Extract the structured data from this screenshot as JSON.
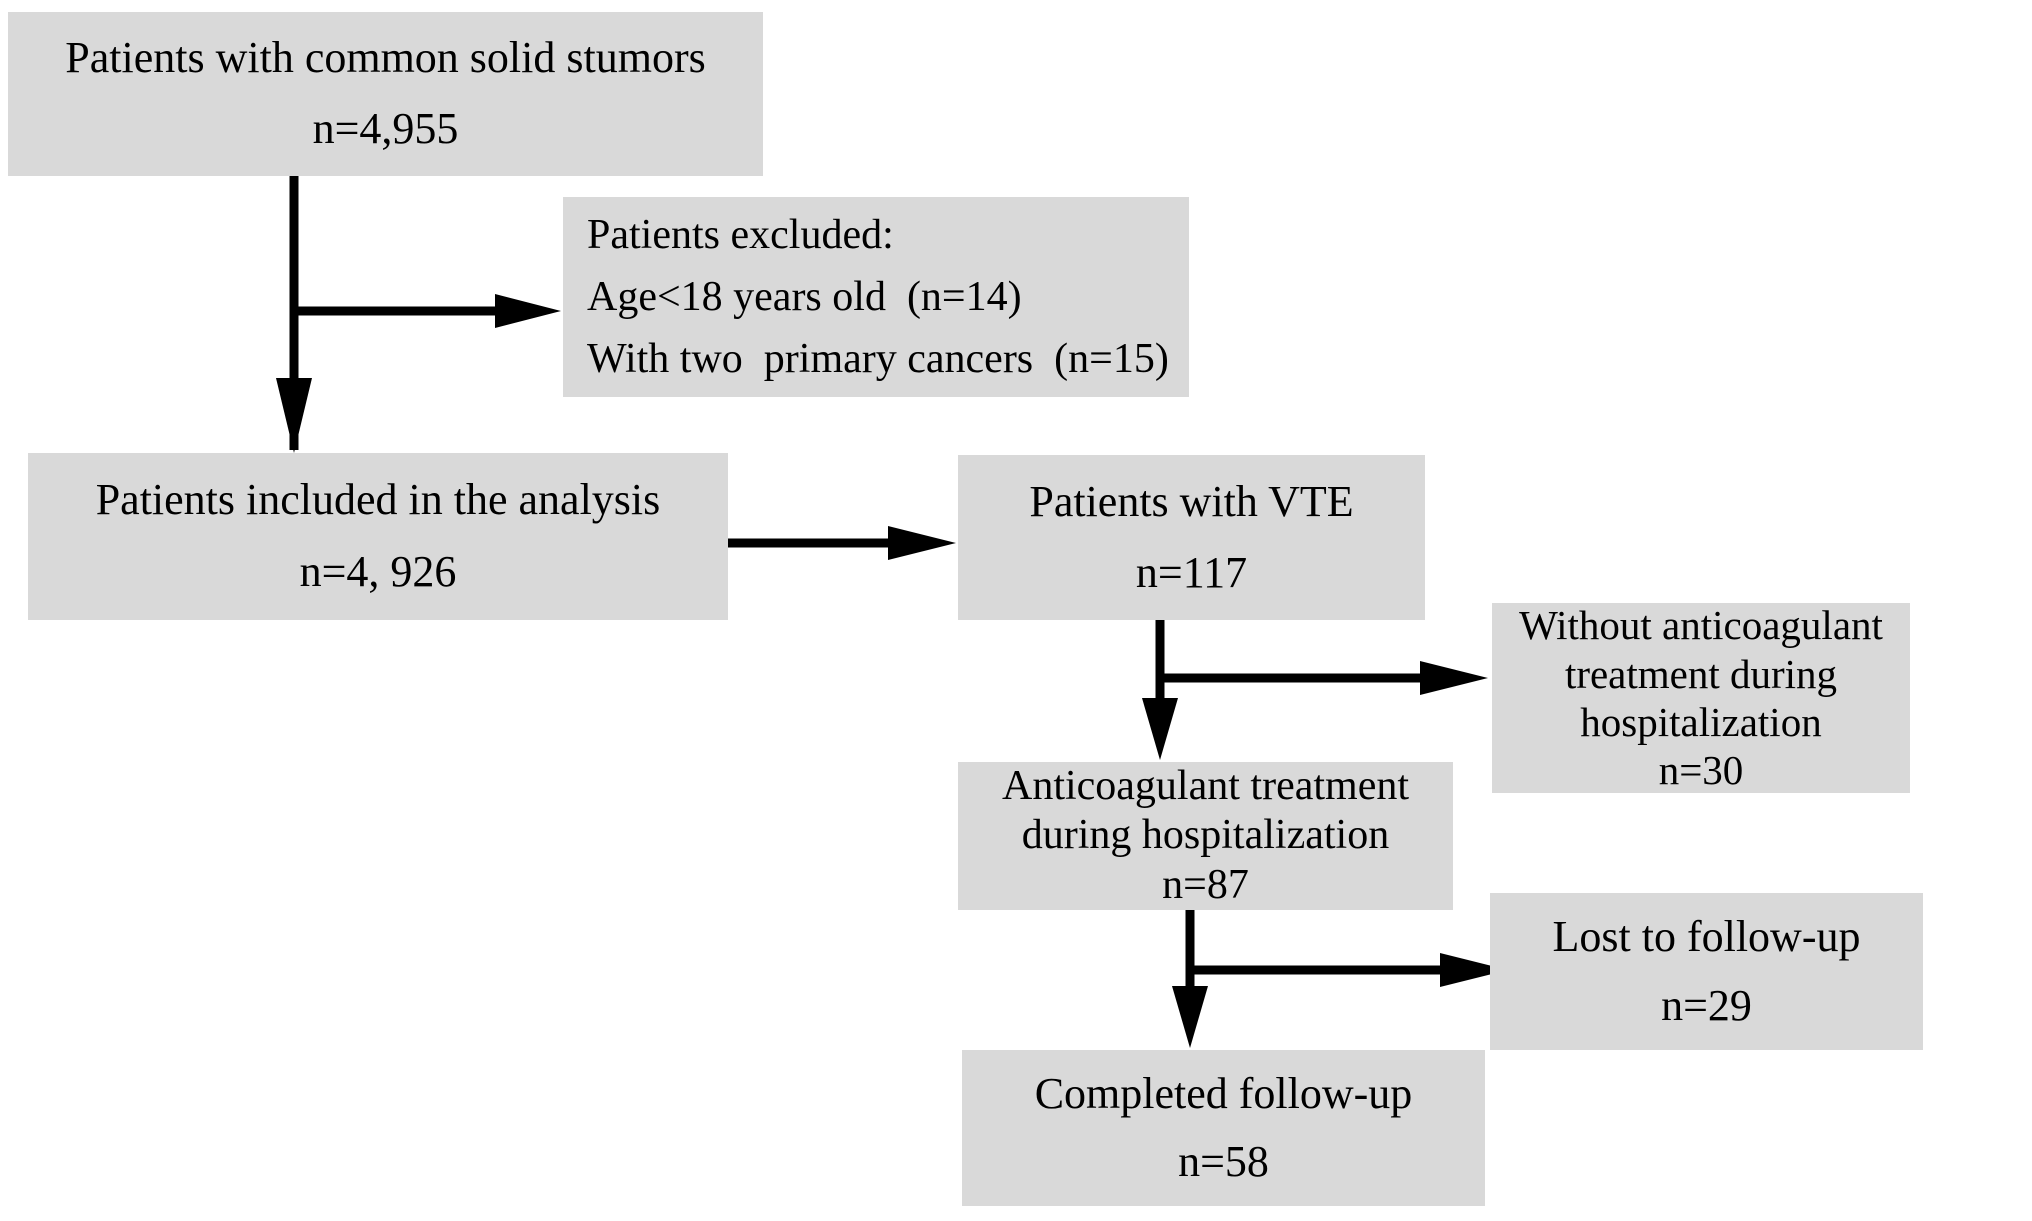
{
  "diagram_type": "patient-flow-chart",
  "colors": {
    "box_fill": "#d9d9d9",
    "arrow": "#000000",
    "text": "#000000",
    "background": "#ffffff"
  },
  "nodes": {
    "solid_tumors": {
      "title": "Patients with common solid stumors",
      "count": "n=4,955"
    },
    "excluded": {
      "title": "Patients excluded:",
      "reasons": [
        "Age<18 years old  (n=14)",
        "With two  primary cancers  (n=15)"
      ]
    },
    "included": {
      "title": "Patients included in the analysis",
      "count": "n=4, 926"
    },
    "vte": {
      "title": "Patients with VTE",
      "count": "n=117"
    },
    "no_anticoagulant": {
      "lines": [
        "Without anticoagulant",
        "treatment during",
        "hospitalization"
      ],
      "count": "n=30"
    },
    "anticoagulant": {
      "lines": [
        "Anticoagulant treatment",
        "during hospitalization"
      ],
      "count": "n=87"
    },
    "lost_followup": {
      "title": "Lost to follow-up",
      "count": "n=29"
    },
    "completed_followup": {
      "title": "Completed follow-up",
      "count": "n=58"
    }
  }
}
